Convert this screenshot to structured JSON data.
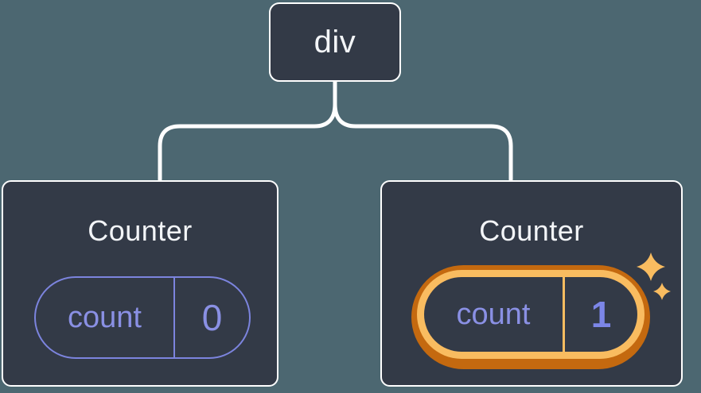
{
  "diagram": {
    "description": "React component tree: a div root with two Counter children; the second Counter's state is highlighted as updated",
    "background_color": "#4C6771",
    "root_node": {
      "label": "div"
    },
    "child_nodes": [
      {
        "title": "Counter",
        "pill": {
          "label": "count",
          "value": "0"
        },
        "highlighted": false
      },
      {
        "title": "Counter",
        "pill": {
          "label": "count",
          "value": "1"
        },
        "highlighted": true
      }
    ],
    "colors": {
      "background": "#4C6771",
      "node_fill": "#333A47",
      "node_border": "#FFFFFF",
      "connector": "#FFFFFF",
      "title_text": "#F3F5F8",
      "state_purple": "#8A90E4",
      "state_border_purple": "#7C84DE",
      "value_bold_purple": "#7C86E8",
      "highlight_orange_dark": "#C4690F",
      "highlight_orange_light": "#F9BC60"
    }
  }
}
